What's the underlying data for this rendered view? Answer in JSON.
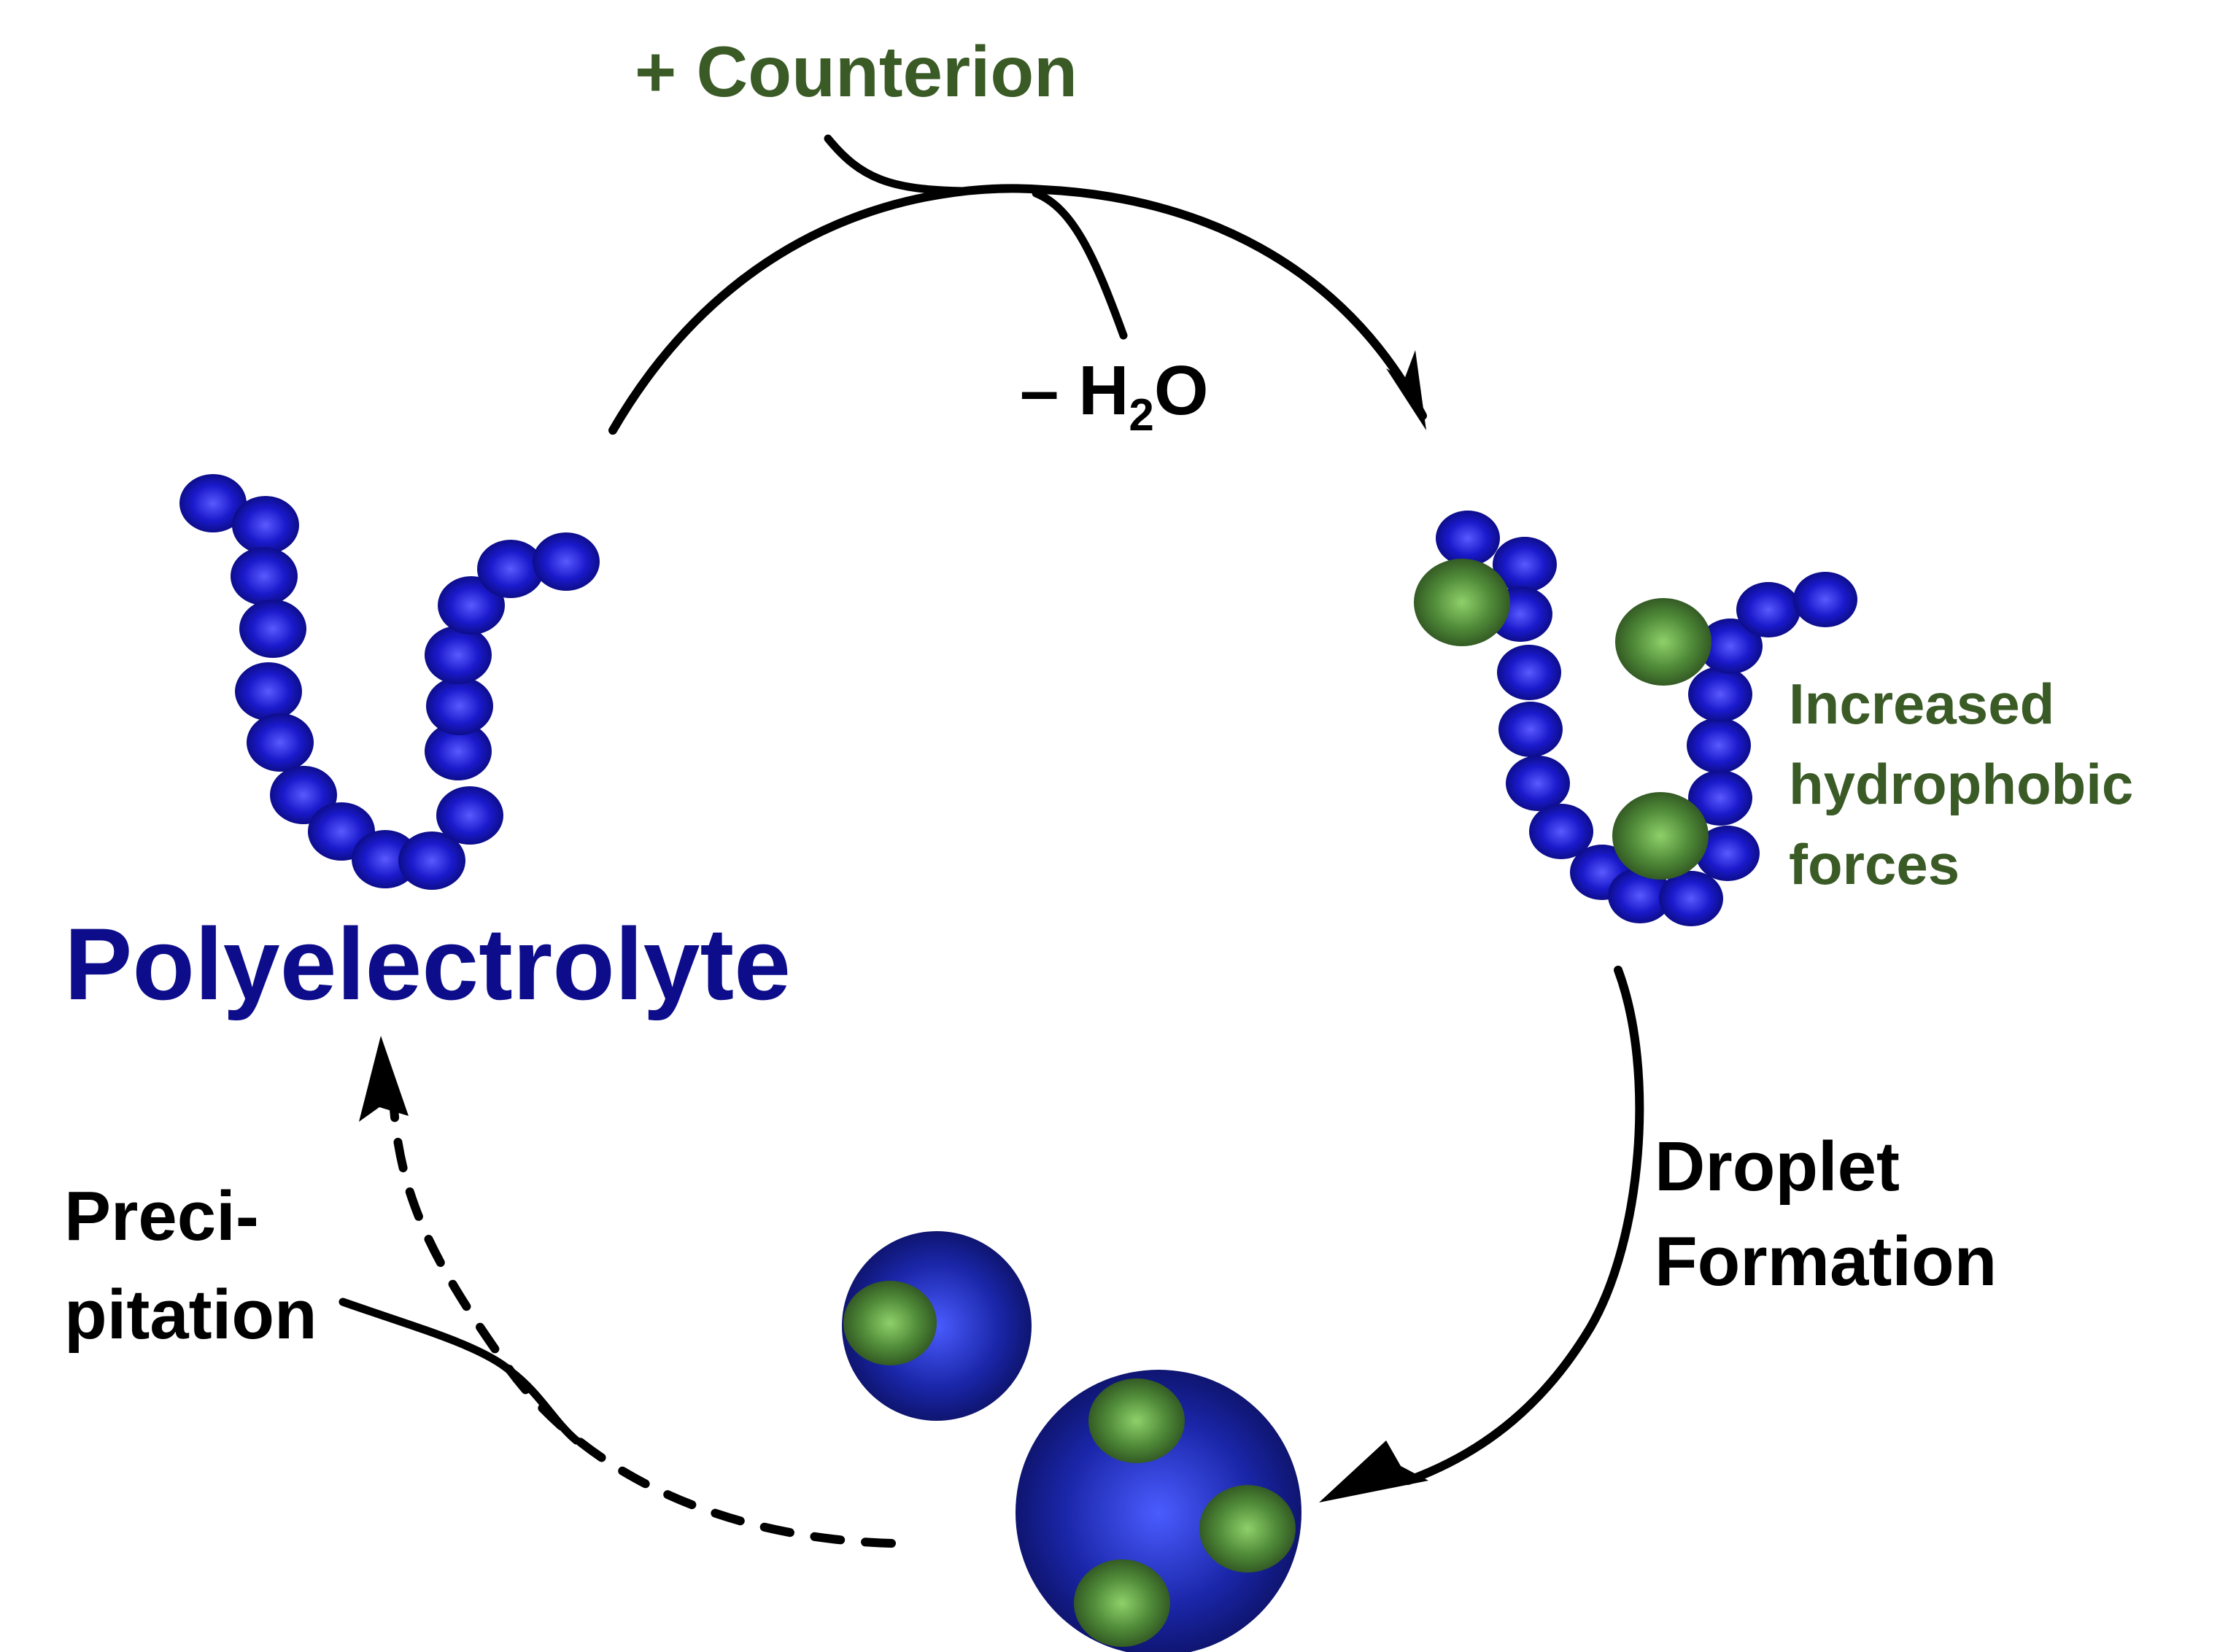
{
  "labels": {
    "counterion": "+ Counterion",
    "water_prefix": "– H",
    "water_subscript": "2",
    "water_suffix": "O",
    "polyelectrolyte": "Polyelectrolyte",
    "hydrophobic_line1": "Increased",
    "hydrophobic_line2": "hydrophobic",
    "hydrophobic_line3": "forces",
    "droplet_line1": "Droplet",
    "droplet_line2": "Formation",
    "precipitation_line1": "Preci-",
    "precipitation_line2": "pitation"
  },
  "colors": {
    "polymer_bead": "#1a1acc",
    "polymer_bead_dark": "#0a0a7a",
    "counterion": "#3d6b2a",
    "counterion_light": "#7fbf5a",
    "droplet": "#2233bb",
    "title_blue": "#0d0d8c",
    "green_text": "#3a5a26",
    "arrow": "#000000"
  }
}
